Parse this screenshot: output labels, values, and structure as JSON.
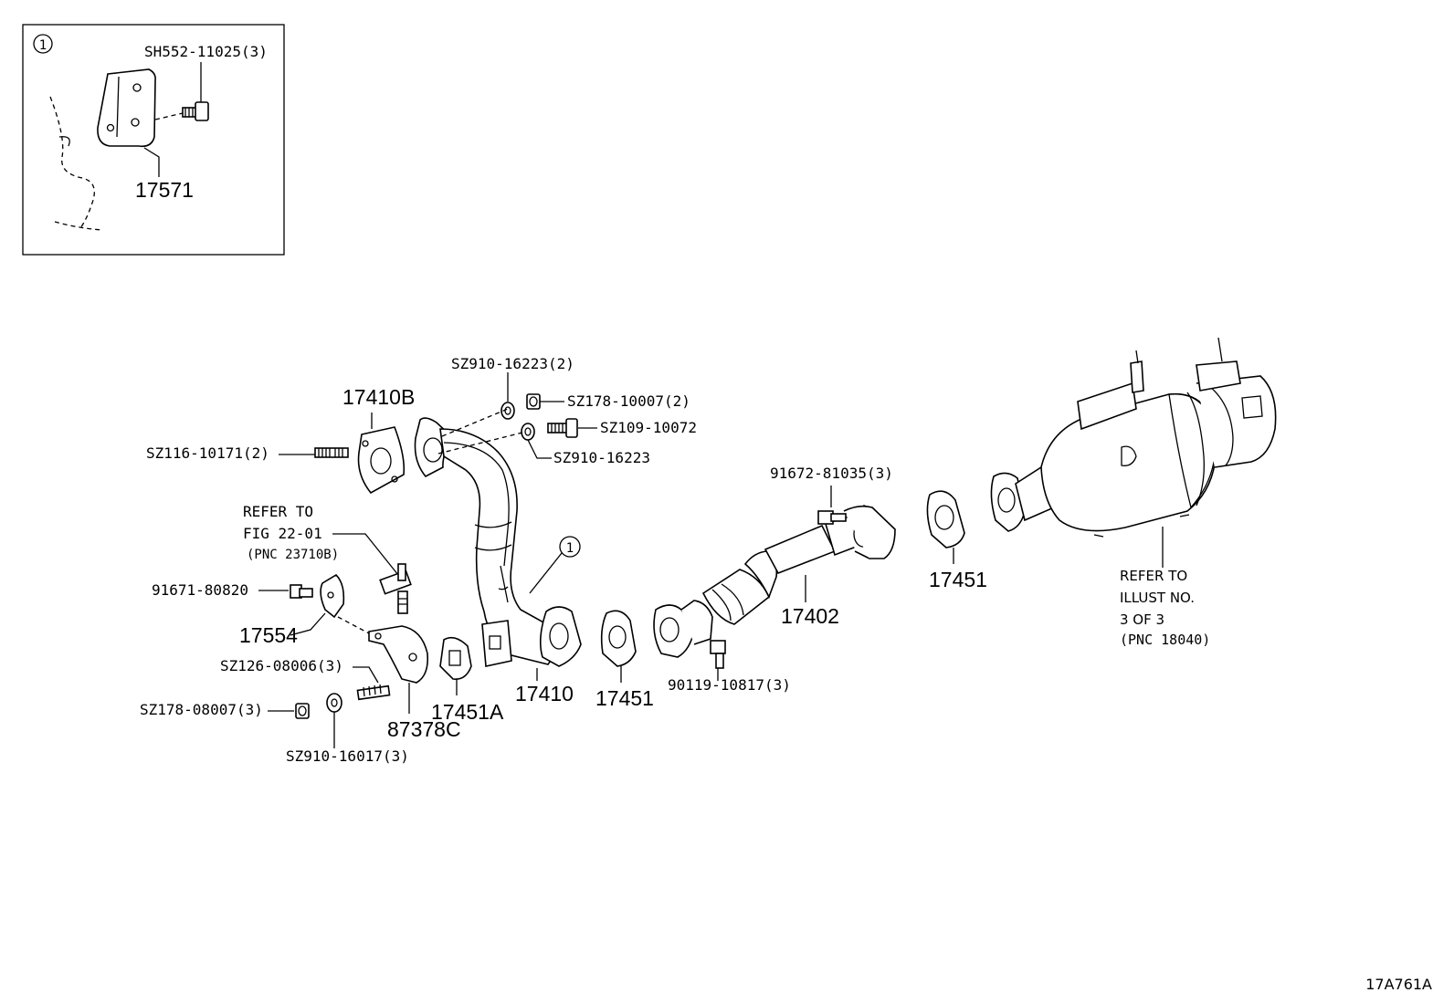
{
  "diagram_id": "17A761A",
  "inset": {
    "callout": "1",
    "bolt_label": "SH552-11025(3)",
    "bracket_label": "17571"
  },
  "labels": {
    "gasket_17410b": "17410B",
    "stud_sz116": "SZ116-10171(2)",
    "washer_sz910_top": "SZ910-16223(2)",
    "nut_sz178_top": "SZ178-10007(2)",
    "bolt_sz109": "SZ109-10072",
    "washer_sz910_mid": "SZ910-16223",
    "pipe_17410": "17410",
    "callout_ref": "1",
    "refer_fig_line1": "REFER TO",
    "refer_fig_line2": "FIG 22-01",
    "refer_fig_line3": "(PNC 23710B)",
    "bolt_91671": "91671-80820",
    "bracket_17554": "17554",
    "stud_sz126": "SZ126-08006(3)",
    "nut_sz178_low": "SZ178-08007(3)",
    "washer_sz910_low": "SZ910-16017(3)",
    "bracket_87378c": "87378C",
    "gasket_17451a": "17451A",
    "gasket_17451_left": "17451",
    "bolt_90119": "90119-10817(3)",
    "pipe_17402": "17402",
    "bolt_91672": "91672-81035(3)",
    "gasket_17451_right": "17451",
    "refer_illust_line1": "REFER TO",
    "refer_illust_line2": "ILLUST NO.",
    "refer_illust_line3": "3 OF 3",
    "refer_illust_line4": "(PNC 18040)"
  }
}
